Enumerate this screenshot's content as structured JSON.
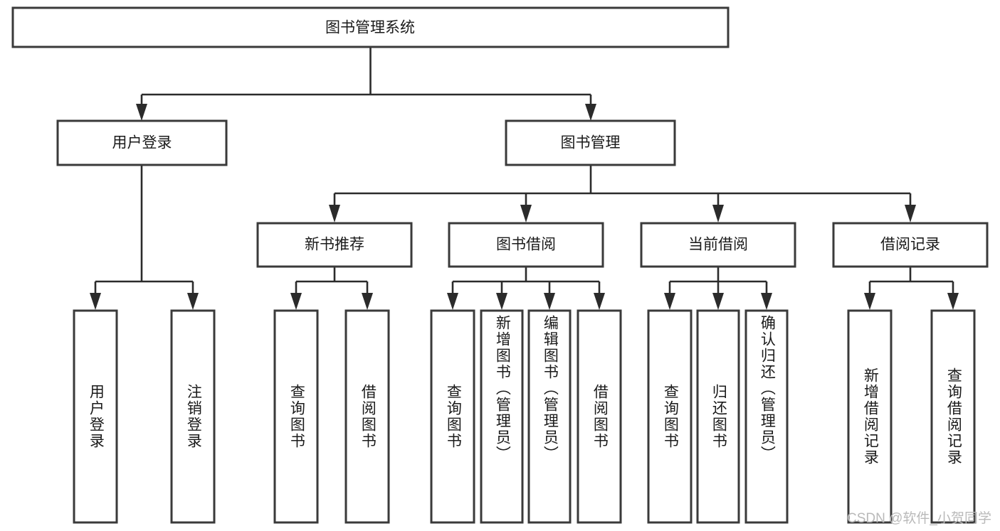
{
  "diagram": {
    "type": "tree-hierarchy",
    "title_node": "图书管理系统",
    "colors": {
      "box_border": "#3a3a3a",
      "connector": "#2b2b2b",
      "text": "#1a1a1a",
      "background": "#ffffff",
      "watermark": "#b9b9b9"
    },
    "levels": {
      "level1": [
        {
          "id": "root",
          "label": "图书管理系统"
        }
      ],
      "level2": [
        {
          "id": "user-login",
          "label": "用户登录"
        },
        {
          "id": "book-manage",
          "label": "图书管理"
        }
      ],
      "level3": [
        {
          "id": "new-book-rec",
          "label": "新书推荐"
        },
        {
          "id": "book-borrow",
          "label": "图书借阅"
        },
        {
          "id": "current-borrow",
          "label": "当前借阅"
        },
        {
          "id": "borrow-record",
          "label": "借阅记录"
        }
      ],
      "leaves": [
        {
          "id": "leaf-user-login",
          "label": "用户登录",
          "parent": "user-login"
        },
        {
          "id": "leaf-user-logout",
          "label": "注销登录",
          "parent": "user-login"
        },
        {
          "id": "leaf-query-book-1",
          "label": "查询图书",
          "parent": "new-book-rec"
        },
        {
          "id": "leaf-borrow-book-1",
          "label": "借阅图书",
          "parent": "new-book-rec"
        },
        {
          "id": "leaf-query-book-2",
          "label": "查询图书",
          "parent": "book-borrow"
        },
        {
          "id": "leaf-add-book",
          "label": "新增图书（管理员）",
          "parent": "book-borrow"
        },
        {
          "id": "leaf-edit-book",
          "label": "编辑图书（管理员）",
          "parent": "book-borrow"
        },
        {
          "id": "leaf-borrow-book-2",
          "label": "借阅图书",
          "parent": "book-borrow"
        },
        {
          "id": "leaf-query-book-3",
          "label": "查询图书",
          "parent": "current-borrow"
        },
        {
          "id": "leaf-return-book",
          "label": "归还图书",
          "parent": "current-borrow"
        },
        {
          "id": "leaf-confirm-return",
          "label": "确认归还（管理员）",
          "parent": "current-borrow"
        },
        {
          "id": "leaf-add-record",
          "label": "新增借阅记录",
          "parent": "borrow-record"
        },
        {
          "id": "leaf-query-record",
          "label": "查询借阅记录",
          "parent": "borrow-record"
        }
      ]
    }
  },
  "watermark": {
    "text": "CSDN @软件_小贺同学"
  }
}
